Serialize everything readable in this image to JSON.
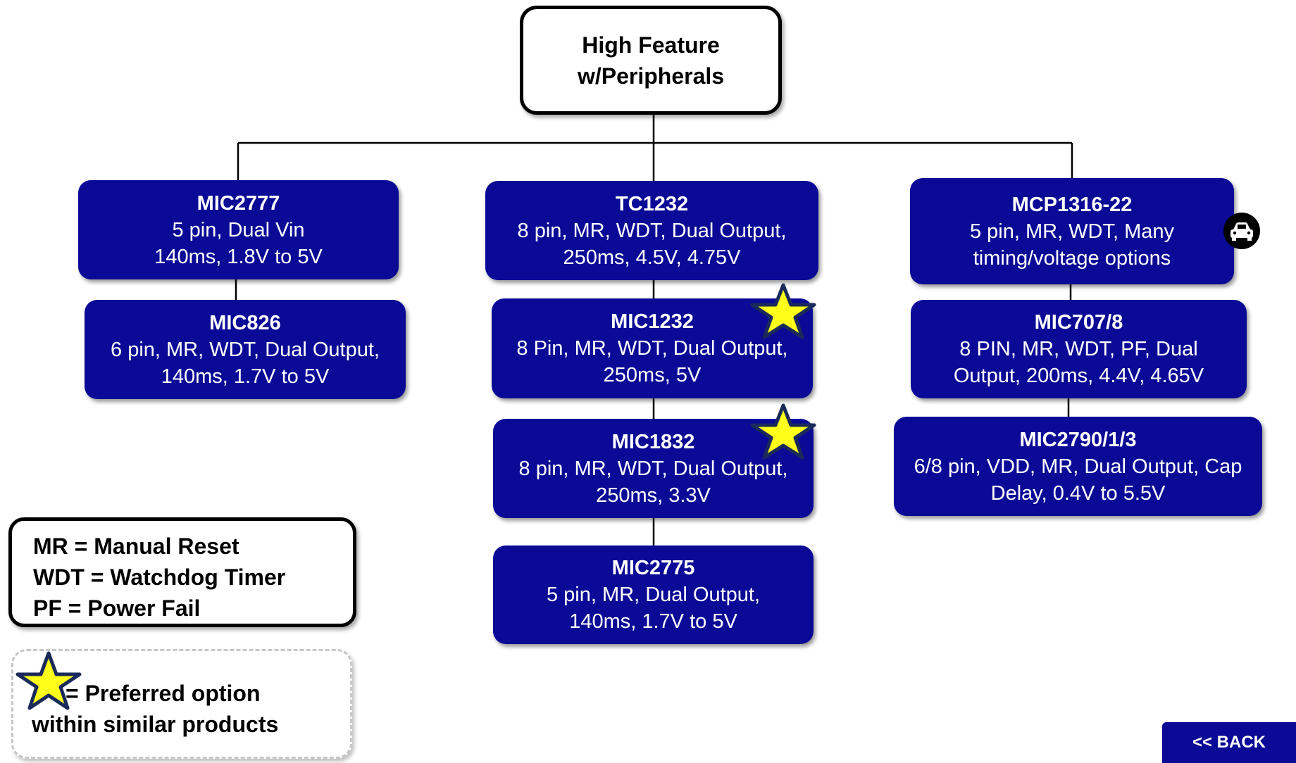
{
  "root": {
    "line1": "High Feature",
    "line2": "w/Peripherals"
  },
  "columns": [
    [
      {
        "name": "MIC2777",
        "lines": [
          "5 pin, Dual Vin",
          "140ms, 1.8V to 5V"
        ],
        "preferred": false
      },
      {
        "name": "MIC826",
        "lines": [
          "6 pin, MR, WDT, Dual Output,",
          "140ms, 1.7V to 5V"
        ],
        "preferred": false
      }
    ],
    [
      {
        "name": "TC1232",
        "lines": [
          "8 pin, MR, WDT, Dual Output,",
          "250ms, 4.5V, 4.75V"
        ],
        "preferred": false
      },
      {
        "name": "MIC1232",
        "lines": [
          "8 Pin, MR, WDT, Dual Output,",
          "250ms, 5V"
        ],
        "preferred": true
      },
      {
        "name": "MIC1832",
        "lines": [
          "8 pin, MR, WDT, Dual Output,",
          "250ms, 3.3V"
        ],
        "preferred": true
      },
      {
        "name": "MIC2775",
        "lines": [
          "5 pin, MR, Dual Output,",
          "140ms, 1.7V to 5V"
        ],
        "preferred": false
      }
    ],
    [
      {
        "name": "MCP1316-22",
        "lines": [
          "5 pin, MR, WDT, Many",
          "timing/voltage options"
        ],
        "preferred": false,
        "automotive": true
      },
      {
        "name": "MIC707/8",
        "lines": [
          "8 PIN, MR, WDT, PF, Dual",
          "Output, 200ms, 4.4V, 4.65V"
        ],
        "preferred": false
      },
      {
        "name": "MIC2790/1/3",
        "lines": [
          "6/8 pin, VDD, MR, Dual Output, Cap",
          "Delay, 0.4V to 5.5V"
        ],
        "preferred": false
      }
    ]
  ],
  "legend": {
    "lines": [
      "MR = Manual Reset",
      "WDT = Watchdog Timer",
      "PF = Power Fail"
    ]
  },
  "preferred_key": {
    "line1": "= Preferred option",
    "line2": "within similar products"
  },
  "icons": {
    "preferred": "star-icon",
    "automotive": "car-icon"
  },
  "colors": {
    "node_fill": "#0a0a96",
    "star_fill": "#ffff1a",
    "star_stroke": "#1a2a5a"
  },
  "back_button": {
    "label": "<< BACK"
  }
}
